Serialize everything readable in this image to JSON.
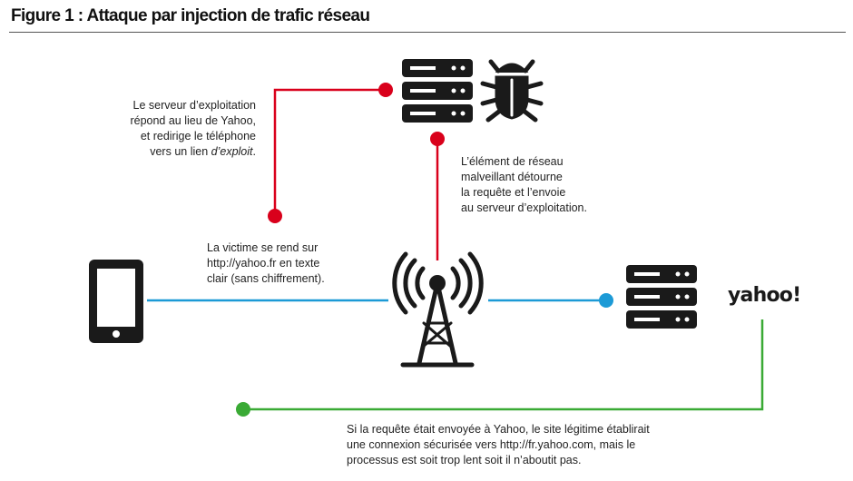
{
  "figure": {
    "title": "Figure 1 : Attaque par injection de trafic réseau"
  },
  "captions": {
    "exploit_server": [
      "Le serveur d’exploitation",
      "répond au lieu de Yahoo,",
      "et redirige le téléphone"
    ],
    "exploit_server_last_prefix": "vers un lien ",
    "exploit_server_last_em": "d’exploit",
    "exploit_server_last_suffix": ".",
    "network_element": [
      "L’élément de réseau",
      "malveillant détourne",
      "la requête et l’envoie",
      "au serveur d’exploitation."
    ],
    "victim": [
      "La victime se rend sur",
      "http://yahoo.fr en texte",
      "clair (sans chiffrement)."
    ],
    "legit": [
      "Si la requête était envoyée à Yahoo, le site légitime établirait",
      "une connexion sécurisée vers http://fr.yahoo.com, mais le",
      "processus est soit trop lent soit il n’aboutit pas."
    ]
  },
  "brand": {
    "logo_text": "yahoo!"
  },
  "icons": {
    "phone": "smartphone-icon",
    "tower": "cell-tower-icon",
    "exploit_server": "server-icon",
    "bug": "bug-icon",
    "yahoo_server": "server-icon"
  },
  "colors": {
    "red": "#d9001b",
    "blue": "#1c9ad6",
    "green": "#3aaa35",
    "icon": "#1a1a1a"
  }
}
